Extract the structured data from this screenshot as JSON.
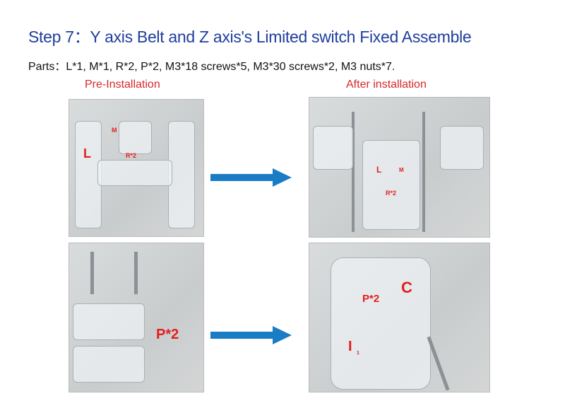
{
  "slide": {
    "title": "Step 7：Y axis Belt and Z axis's Limited switch Fixed Assemble",
    "parts": "Parts：L*1, M*1, R*2, P*2, M3*18 screws*5, M3*30 screws*2, M3 nuts*7.",
    "pre_caption": "Pre-Installation",
    "after_caption": "After installation"
  },
  "photos": {
    "pre_top": {
      "labels": [
        "L",
        "M",
        "R*2"
      ]
    },
    "after_top": {
      "labels": [
        "L",
        "M",
        "R*2"
      ]
    },
    "pre_bottom": {
      "labels": [
        "P*2"
      ]
    },
    "after_bottom": {
      "labels": [
        "P*2",
        "C",
        "I",
        "1"
      ]
    }
  },
  "colors": {
    "title": "#1f3e9e",
    "caption": "#d8262a",
    "arrow": "#1a7cc4"
  }
}
